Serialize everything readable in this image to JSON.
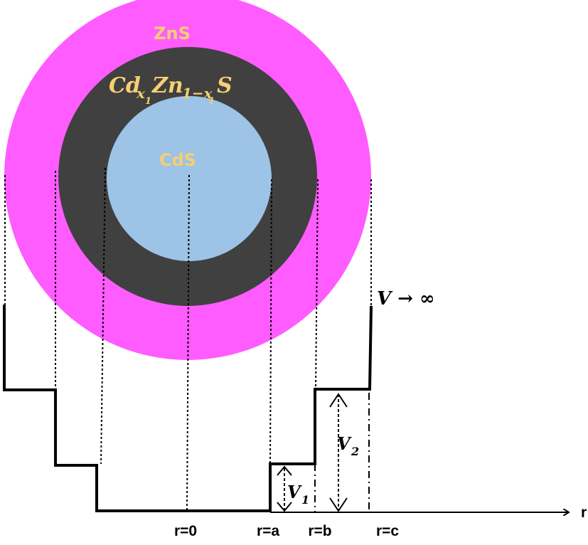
{
  "diagram": {
    "layers": [
      {
        "name": "ZnS",
        "color": "#ff5cff"
      },
      {
        "name": "Cd_x1 Zn_1-x1 S",
        "color": "#404040"
      },
      {
        "name": "CdS",
        "color": "#9dc3e6"
      }
    ],
    "labels": {
      "zns": "ZnS",
      "alloy_cd": "Cd",
      "alloy_x1": "x",
      "alloy_x1_sub": "1",
      "alloy_zn": "Zn",
      "alloy_1mx": "1−x",
      "alloy_1mx_sub": "1",
      "alloy_s": "S",
      "cds": "CdS",
      "v_inf": "V → ∞",
      "v1": "V",
      "v1_sub": "1",
      "v2": "V",
      "v2_sub": "2",
      "axis_r": "r",
      "r0": "r=0",
      "ra": "r=a",
      "rb": "r=b",
      "rc": "r=c"
    },
    "colors": {
      "label_yellow": "#f5cf73",
      "line": "#000000"
    }
  }
}
